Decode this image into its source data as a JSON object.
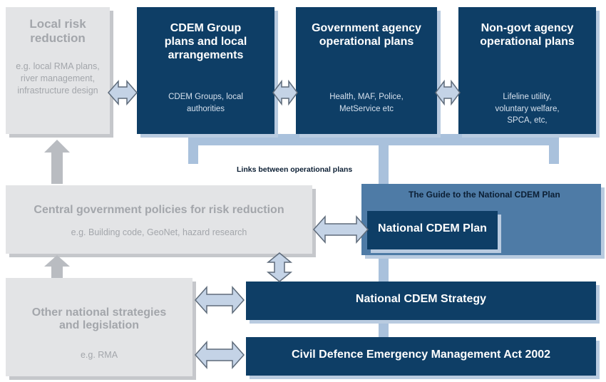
{
  "colors": {
    "navy": "#0e3e66",
    "light_blue": "#a9c1dc",
    "mid_blue": "#4e7ba6",
    "gray_box": "#e3e4e6",
    "gray_text": "#a3a6ab"
  },
  "local_risk": {
    "title": "Local risk reduction",
    "subtitle": "e.g. local RMA plans, river management, infrastructure design"
  },
  "cdem_group": {
    "title": "CDEM Group plans and local arrangements",
    "subtitle": "CDEM Groups, local authorities"
  },
  "gov_agency": {
    "title": "Government agency operational plans",
    "subtitle": "Health, MAF, Police, MetService etc"
  },
  "nongov_agency": {
    "title": "Non-govt agency operational plans",
    "subtitle": "Lifeline utility, voluntary welfare, SPCA, etc,"
  },
  "links_label": "Links between operational plans",
  "guide": {
    "label": "The Guide to the National CDEM Plan"
  },
  "national_plan": {
    "label": "National CDEM Plan"
  },
  "central_gov": {
    "title": "Central government policies for risk reduction",
    "subtitle": "e.g. Building code, GeoNet, hazard  research"
  },
  "other_national": {
    "title": "Other national strategies and legislation",
    "subtitle": "e.g. RMA"
  },
  "national_strategy": {
    "label": "National CDEM Strategy"
  },
  "act": {
    "label": "Civil Defence Emergency Management Act 2002"
  }
}
